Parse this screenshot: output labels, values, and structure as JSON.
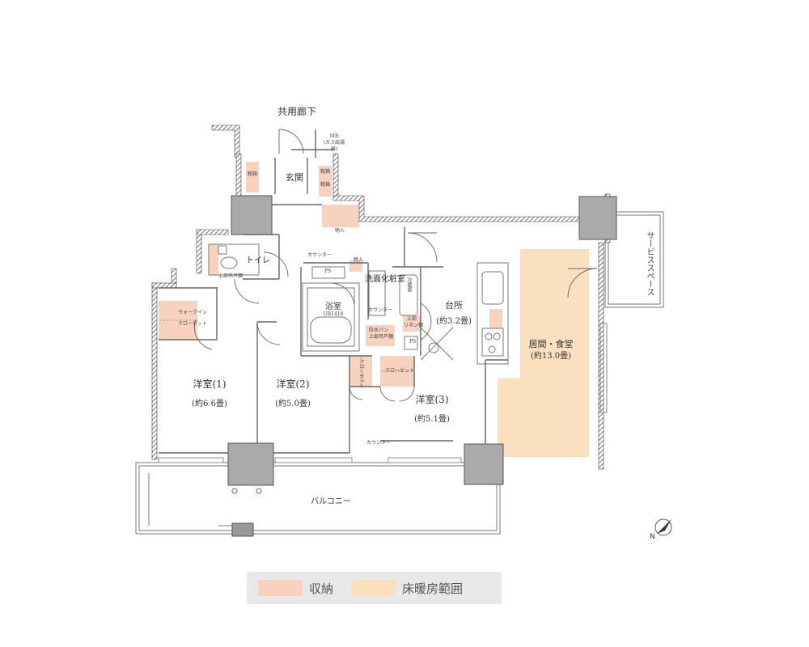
{
  "colors": {
    "storage": "#f7d2bf",
    "floor_heating": "#fbe0c0",
    "pillar": "#aaaaaa",
    "wall_hatch": "#555555"
  },
  "rooms": {
    "common_corridor": "共用廊下",
    "mb": "MB",
    "mb_note1": "(ガス給湯",
    "mb_note2": "器)",
    "entrance": "玄関",
    "shoe_box": "靴箱",
    "storage_mono": "物入",
    "toilet": "トイレ",
    "upper_shelf": "上部吊戸棚",
    "counter": "カウンター",
    "ps": "PS",
    "powder_room": "洗面化粧室",
    "bath": "浴室",
    "bath_unit": "UB1418",
    "walk_in_closet_1": "ウォークイン",
    "walk_in_closet_2": "クローゼット",
    "closet": "クローゼット",
    "bedroom1": "洋室(1)",
    "bedroom1_size": "(約6.6畳)",
    "bedroom2": "洋室(2)",
    "bedroom2_size": "(約5.0畳)",
    "bedroom3": "洋室(3)",
    "bedroom3_size": "(約5.1畳)",
    "kitchen": "台所",
    "kitchen_size": "(約3.2畳)",
    "living": "居間・食堂",
    "living_size": "(約13.0畳)",
    "service_space": "サービススペース",
    "balcony": "バルコニー",
    "washer_pan": "防水パン",
    "linen": "上部",
    "linen2": "リネン棚",
    "fridge": "冷蔵庫"
  },
  "legend": {
    "storage_label": "収納",
    "floor_heating_label": "床暖房範囲"
  }
}
